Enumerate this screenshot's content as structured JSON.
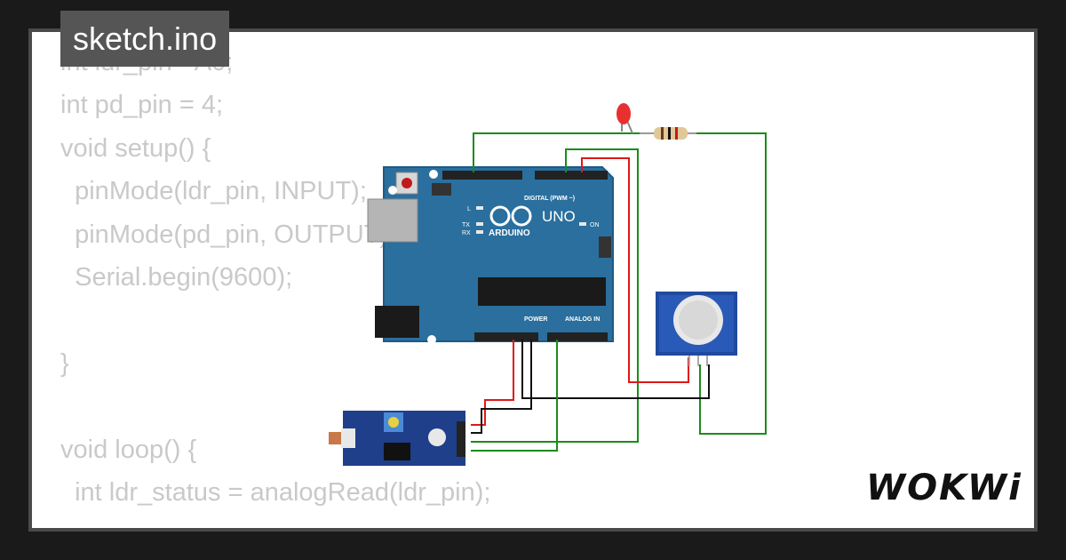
{
  "tab": {
    "filename": "sketch.ino"
  },
  "code": {
    "lines": [
      "int ldr_pin =A0;",
      "int pd_pin = 4;",
      "void setup() {",
      "  pinMode(ldr_pin, INPUT);",
      "  pinMode(pd_pin, OUTPUT);",
      "  Serial.begin(9600);",
      "",
      "}",
      "",
      "void loop() {",
      "  int ldr_status = analogRead(ldr_pin);"
    ]
  },
  "arduino": {
    "model": "UNO",
    "brand": "ARDUINO",
    "header_label": "DIGITAL (PWM ~)",
    "power_label": "POWER",
    "analog_label": "ANALOG IN",
    "led_l": "L",
    "led_tx": "TX",
    "led_rx": "RX",
    "led_on": "ON",
    "color": "#2a6f9e"
  },
  "logo": {
    "text": "WOKWi"
  },
  "wires": {
    "green": "#1a8c1a",
    "red": "#e01818",
    "black": "#111111"
  }
}
